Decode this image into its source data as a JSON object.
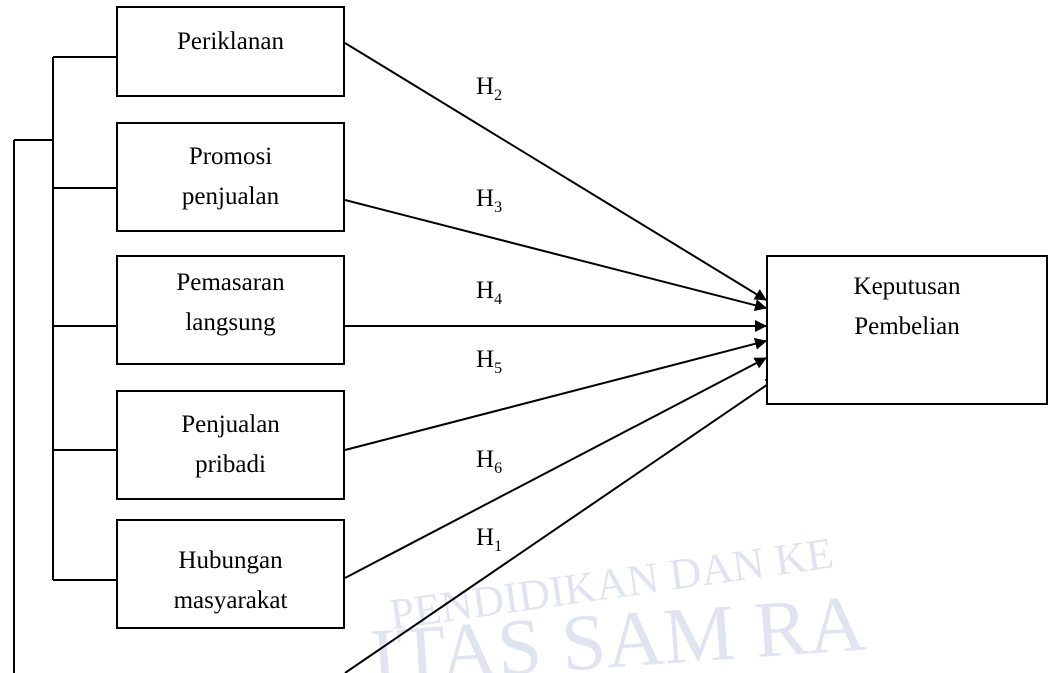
{
  "diagram": {
    "independent_variables": [
      {
        "id": "periklanan",
        "label": "Periklanan"
      },
      {
        "id": "promosi",
        "label": "Promosi\npenjualan"
      },
      {
        "id": "pemasaran",
        "label": "Pemasaran\nlangsung"
      },
      {
        "id": "penjualan",
        "label": "Penjualan\npribadi"
      },
      {
        "id": "hubungan",
        "label": "Hubungan\nmasyarakat"
      }
    ],
    "dependent_variable": {
      "id": "keputusan",
      "label": "Keputusan\nPembelian"
    },
    "hypotheses": [
      {
        "letter": "H",
        "sub": "2"
      },
      {
        "letter": "H",
        "sub": "3"
      },
      {
        "letter": "H",
        "sub": "4"
      },
      {
        "letter": "H",
        "sub": "5"
      },
      {
        "letter": "H",
        "sub": "6"
      },
      {
        "letter": "H",
        "sub": "1"
      }
    ],
    "watermark": {
      "text": "PENDIDIKAN DAN KE",
      "text2": "ITAS SAM RA",
      "color": "#c8cfe6"
    }
  }
}
